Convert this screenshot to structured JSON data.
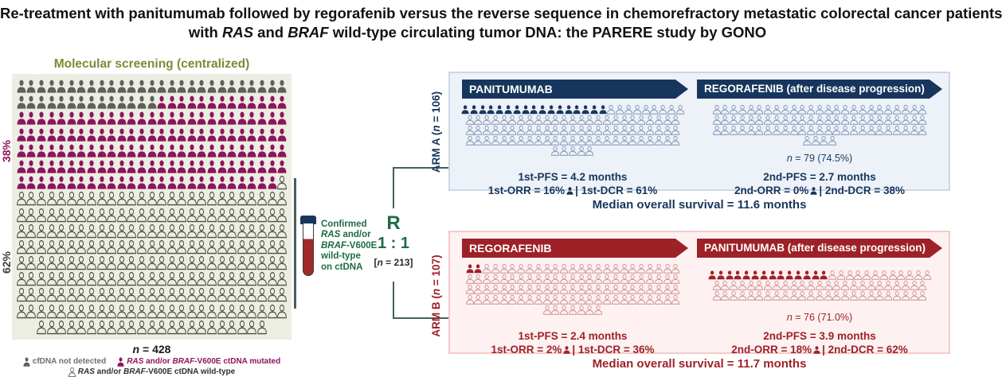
{
  "title": {
    "line1": "Re-treatment with panitumumab followed by regorafenib versus the reverse sequence in chemorefractory metastatic colorectal cancer patients",
    "line2": [
      {
        "t": "with "
      },
      {
        "t": "RAS",
        "i": true
      },
      {
        "t": " and "
      },
      {
        "t": "BRAF",
        "i": true
      },
      {
        "t": " wild-type circulating tumor DNA: the PARERE study by GONO"
      }
    ]
  },
  "screening": {
    "heading": "Molecular screening (centralized)",
    "pct_mutated": "38%",
    "pct_wildtype": "62%",
    "n_label": [
      {
        "t": "n",
        "i": true
      },
      {
        "t": " = 428"
      }
    ],
    "pictograph": {
      "rows": [
        27,
        27,
        27,
        27,
        27,
        27,
        27,
        27,
        27,
        27,
        27,
        27,
        27,
        27,
        27,
        23
      ],
      "segments": [
        {
          "count": 41,
          "cls": "person-not-detected"
        },
        {
          "count": 147,
          "cls": "person-mutated"
        },
        {
          "count": 240,
          "cls": "person-wildtype"
        }
      ]
    },
    "legend": [
      {
        "text": [
          {
            "t": "cfDNA not detected"
          }
        ]
      },
      {
        "text": [
          {
            "t": "RAS",
            "i": true
          },
          {
            "t": " and/or "
          },
          {
            "t": "BRAF",
            "i": true
          },
          {
            "t": "-V600E ctDNA mutated"
          }
        ]
      },
      {
        "text": [
          {
            "t": "RAS",
            "i": true
          },
          {
            "t": " and/or "
          },
          {
            "t": "BRAF",
            "i": true
          },
          {
            "t": "-V600E ctDNA wild-type"
          }
        ]
      }
    ]
  },
  "tube": {
    "lines": [
      [
        {
          "t": "Confirmed"
        }
      ],
      [
        {
          "t": "RAS",
          "i": true
        },
        {
          "t": " and/or"
        }
      ],
      [
        {
          "t": "BRAF",
          "i": true
        },
        {
          "t": "-V600E"
        }
      ],
      [
        {
          "t": "wild-type"
        }
      ],
      [
        {
          "t": "on ctDNA"
        }
      ]
    ]
  },
  "randomization": {
    "r": "R",
    "ratio": "1 : 1",
    "n": [
      {
        "t": "["
      },
      {
        "t": "n",
        "i": true
      },
      {
        "t": " = 213]"
      }
    ]
  },
  "arm_a": {
    "label": [
      {
        "t": "ARM A ("
      },
      {
        "t": "n",
        "i": true
      },
      {
        "t": " = 106)"
      }
    ],
    "first": {
      "arrow": "PANITUMUMAB",
      "pictograph": {
        "rows": [
          26,
          25,
          25,
          25,
          5
        ],
        "segments": [
          {
            "count": 17,
            "cls": "person-filled"
          },
          {
            "count": 89,
            "cls": "person-outline"
          }
        ]
      },
      "stats": {
        "pfs": "1st-PFS = 4.2 months",
        "orr": "1st-ORR = 16%",
        "dcr": "| 1st-DCR = 61%"
      }
    },
    "second": {
      "arrow": "REGORAFENIB (after disease progression)",
      "pictograph": {
        "rows": [
          25,
          25,
          25,
          4
        ],
        "segments": [
          {
            "count": 79,
            "cls": "person-outline"
          }
        ]
      },
      "n": [
        {
          "t": "n",
          "i": true
        },
        {
          "t": " = 79 (74.5%)"
        }
      ],
      "stats": {
        "pfs": "2nd-PFS = 2.7 months",
        "orr": "2nd-ORR = 0%",
        "dcr": "| 2nd-DCR = 38%"
      }
    },
    "os": "Median overall survival = 11.6 months"
  },
  "arm_b": {
    "label": [
      {
        "t": "ARM B ("
      },
      {
        "t": "n",
        "i": true
      },
      {
        "t": " = 107)"
      }
    ],
    "first": {
      "arrow": "REGORAFENIB",
      "pictograph": {
        "rows": [
          25,
          25,
          25,
          25,
          7
        ],
        "segments": [
          {
            "count": 2,
            "cls": "person-filled"
          },
          {
            "count": 105,
            "cls": "person-outline"
          }
        ]
      },
      "stats": {
        "pfs": "1st-PFS = 2.4 months",
        "orr": "1st-ORR = 2%",
        "dcr": "| 1st-DCR = 36%"
      }
    },
    "second": {
      "arrow": "PANITUMUMAB (after disease progression)",
      "pictograph": {
        "rows": [
          26,
          25,
          25
        ],
        "segments": [
          {
            "count": 14,
            "cls": "person-filled"
          },
          {
            "count": 62,
            "cls": "person-outline"
          }
        ]
      },
      "n": [
        {
          "t": "n",
          "i": true
        },
        {
          "t": " = 76 (71.0%)"
        }
      ],
      "stats": {
        "pfs": "2nd-PFS = 3.9 months",
        "orr": "2nd-ORR = 18%",
        "dcr": "| 2nd-DCR = 62%"
      }
    },
    "os": "Median overall survival = 11.7 months"
  },
  "colors": {
    "navy": "#17365d",
    "navy_outline": "#8096b6",
    "red": "#9e2127",
    "red_outline": "#cf9094",
    "tube_red": "#9e2b28",
    "magenta": "#8c155c",
    "gray": "#5f5f5f",
    "wildtype_stroke": "#4b5046",
    "green": "#1d6b45",
    "olive": "#7c8b35",
    "bracket": "#44615b",
    "panel_a_bg": "#edf1f8",
    "panel_a_border": "#ccd7e8",
    "panel_b_bg": "#fdf1f1",
    "panel_b_border": "#f5caca",
    "screen_bg": "#edeee3"
  }
}
